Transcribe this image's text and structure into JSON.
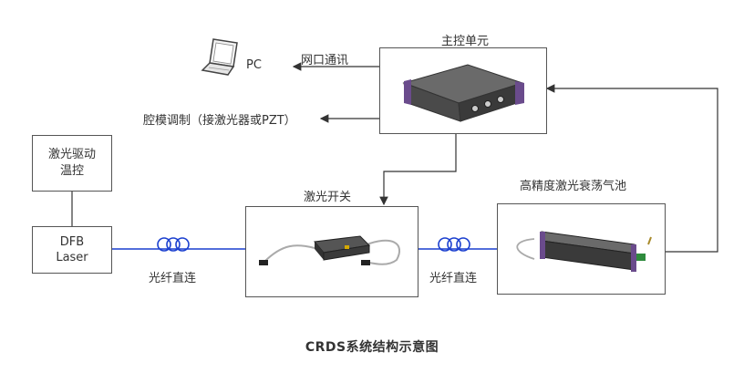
{
  "diagram": {
    "main_control_unit": {
      "label": "主控单元"
    },
    "pc": {
      "label": "PC"
    },
    "network_link": {
      "label": "网口通讯"
    },
    "cavity_modulation": {
      "label": "腔模调制（接激光器或PZT）"
    },
    "laser_driver": {
      "label_line1": "激光驱动",
      "label_line2": "温控"
    },
    "dfb_laser": {
      "label_line1": "DFB",
      "label_line2": "Laser"
    },
    "laser_switch": {
      "label": "激光开关"
    },
    "ring_down_cell": {
      "label": "高精度激光衰荡气池"
    },
    "fiber_link_1": {
      "label": "光纤直连"
    },
    "fiber_link_2": {
      "label": "光纤直连"
    },
    "caption": "CRDS系统结构示意图",
    "colors": {
      "fiber": "#1a3fcf",
      "wire": "#333333",
      "device_body": "#3a3a3a",
      "device_accent": "#6a4b8c"
    }
  }
}
